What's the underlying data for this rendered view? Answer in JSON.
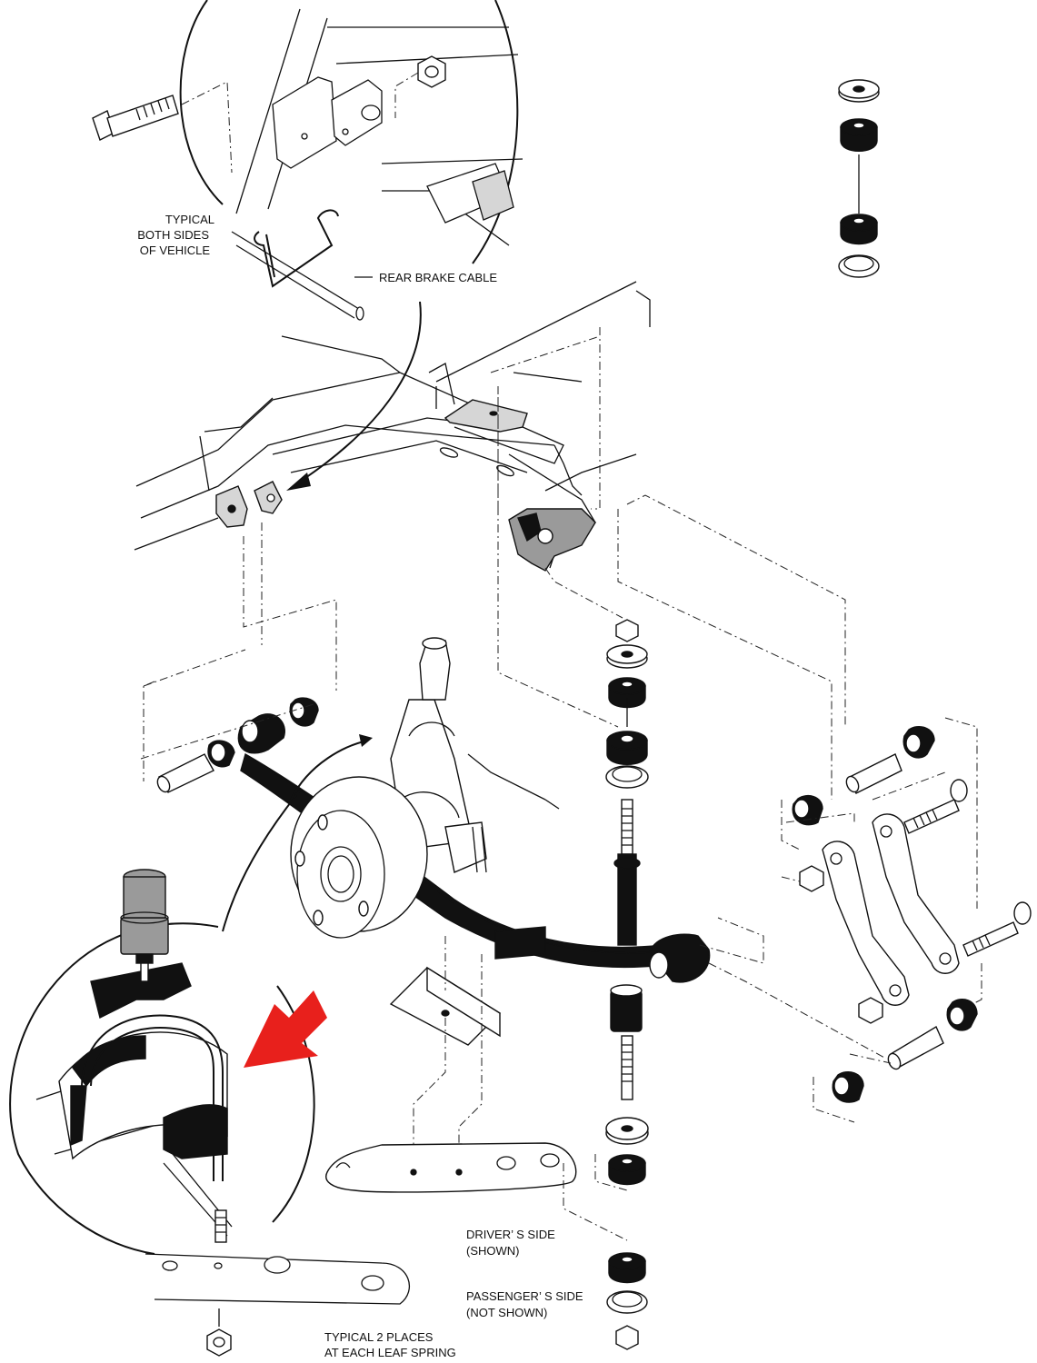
{
  "labels": {
    "typical_both_sides": [
      "TYPICAL",
      "BOTH SIDES",
      "OF VEHICLE"
    ],
    "rear_brake_cable": "REAR BRAKE CABLE",
    "drivers_side": [
      "DRIVER’ S SIDE",
      "(SHOWN)"
    ],
    "passengers_side": [
      "PASSENGER’ S SIDE",
      "(NOT SHOWN)"
    ],
    "typical_two_places": [
      "TYPICAL 2 PLACES",
      "AT EACH LEAF SPRING"
    ]
  },
  "colors": {
    "line": "#111111",
    "part_fill": "#ffffff",
    "rubber": "#111111",
    "shade": "#9a9a9a",
    "indicator_arrow": "#e8201c"
  },
  "icons": {
    "indicator": "red-arrow-icon"
  }
}
